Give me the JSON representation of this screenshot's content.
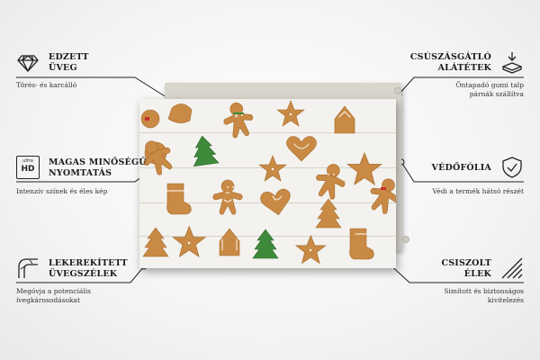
{
  "features": {
    "tempered": {
      "title_line1": "EDZETT",
      "title_line2": "ÜVEG",
      "desc": "Törés- és karcálló",
      "icon": "diamond-icon"
    },
    "print": {
      "title_line1": "MAGAS MINŐSÉGŰ",
      "title_line2": "NYOMTATÁS",
      "desc": "Intenzív színek és éles kép",
      "icon": "ultra-hd-icon",
      "badge_top": "ultra",
      "badge_main": "HD"
    },
    "edges": {
      "title_line1": "LEKEREKÍTETT",
      "title_line2": "ÜVEGSZÉLEK",
      "desc_line1": "Megóvja a potenciális",
      "desc_line2": "ívegkárosodásokat",
      "icon": "rounded-corner-icon"
    },
    "pads": {
      "title_line1": "CSÚSZÁSGÁTLÓ",
      "title_line2": "ALÁTÉTEK",
      "desc_line1": "Öntapadó gumi talp",
      "desc_line2": "párnák szállítva",
      "icon": "anti-slip-pad-icon"
    },
    "film": {
      "title_line1": "VÉDŐFÓLIA",
      "desc": "Védi a termék hátsó részét",
      "icon": "shield-check-icon"
    },
    "polished": {
      "title_line1": "CSISZOLT",
      "title_line2": "ÉLEK",
      "desc_line1": "Simított és biztonságos",
      "desc_line2": "kivitelezés",
      "icon": "polished-edge-icon"
    }
  },
  "colors": {
    "line": "#222222",
    "cookie": "#c98a45",
    "cookie_dark": "#a86a2c",
    "icing": "#ffffff",
    "tree_green": "#3d8a3a",
    "red": "#c8302a"
  }
}
